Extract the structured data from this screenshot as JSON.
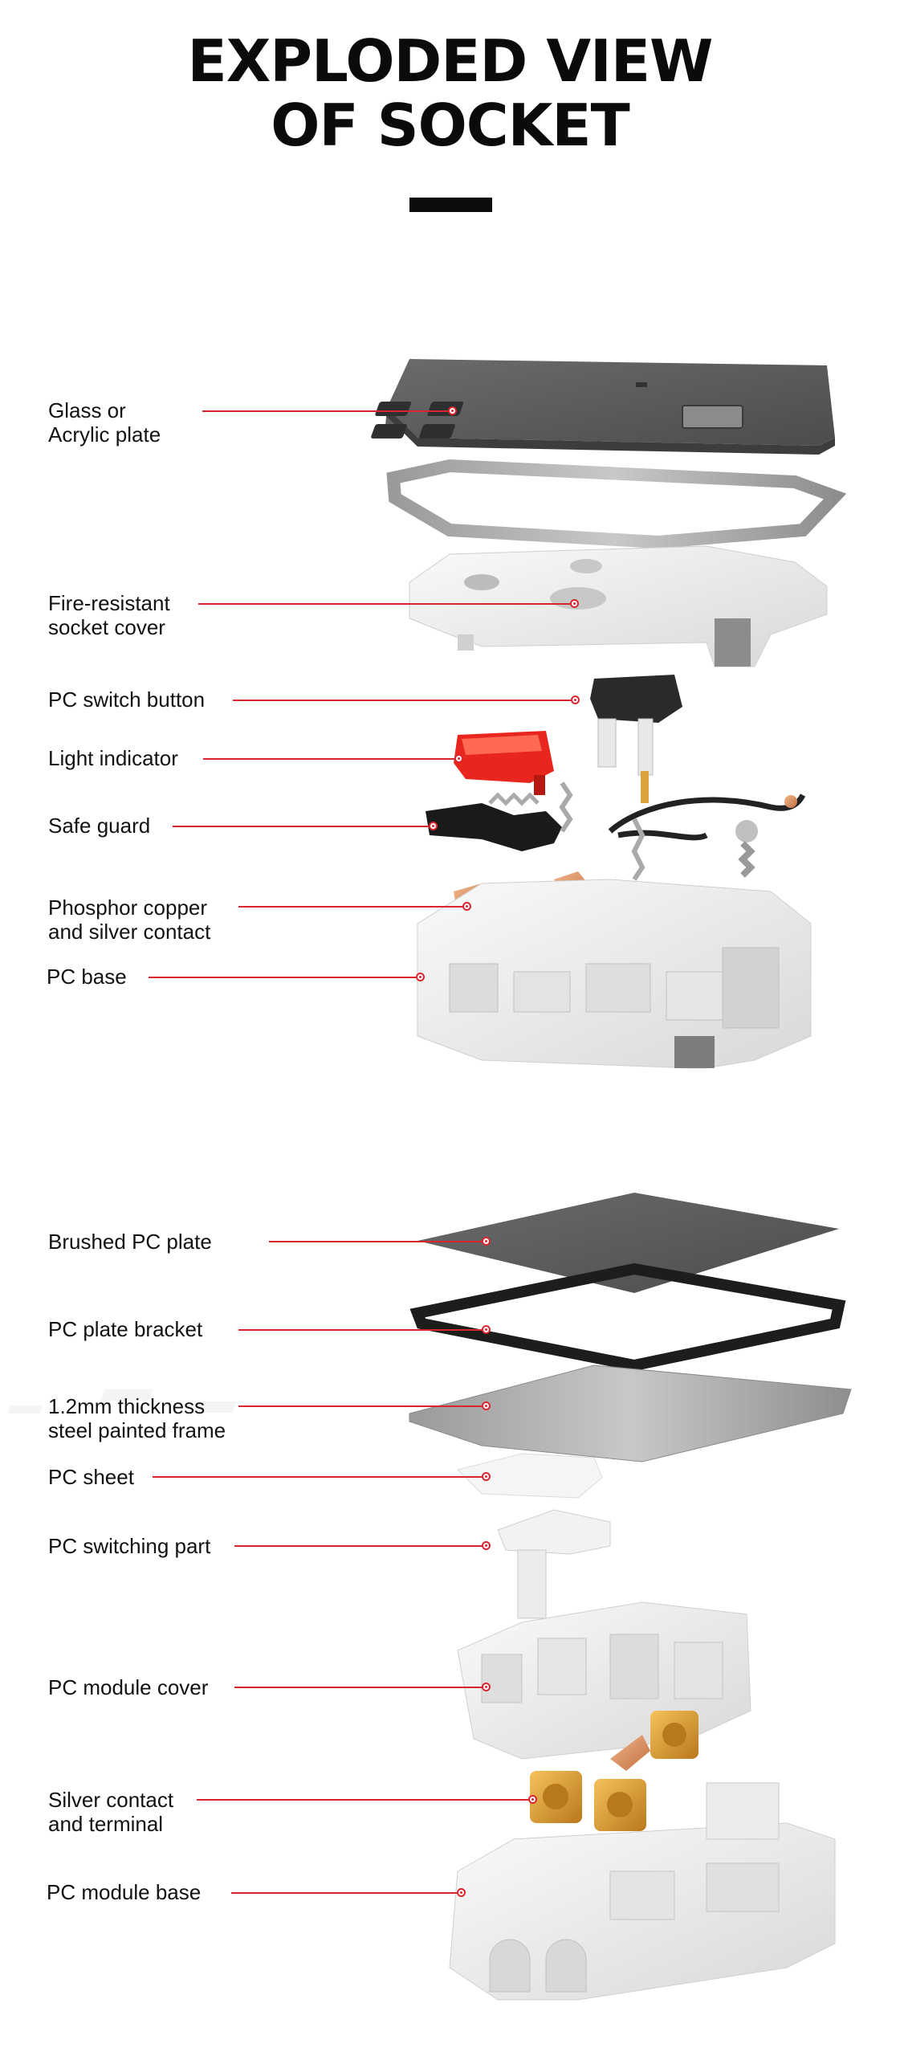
{
  "title": {
    "line1": "EXPLODED VIEW",
    "line2": "OF SOCKET"
  },
  "colors": {
    "leader_line": "#d9262e",
    "plate_dark": "#5a5b5d",
    "white_part": "#f0f0f0",
    "copper": "#d98e5b",
    "gold": "#d9a23a",
    "indicator": "#e8261e",
    "black_part": "#1a1a1a"
  },
  "section1": {
    "labels": [
      "Glass or\nAcrylic plate",
      "Fire-resistant\nsocket cover",
      "PC switch button",
      "Light indicator",
      "Safe guard",
      "Phosphor copper\nand silver contact",
      "PC base"
    ]
  },
  "section2": {
    "labels": [
      "Brushed PC plate",
      "PC plate bracket",
      "1.2mm thickness\nsteel painted frame",
      "PC sheet",
      "PC switching part",
      "PC module cover",
      "Silver contact\nand terminal",
      "PC module base"
    ]
  }
}
